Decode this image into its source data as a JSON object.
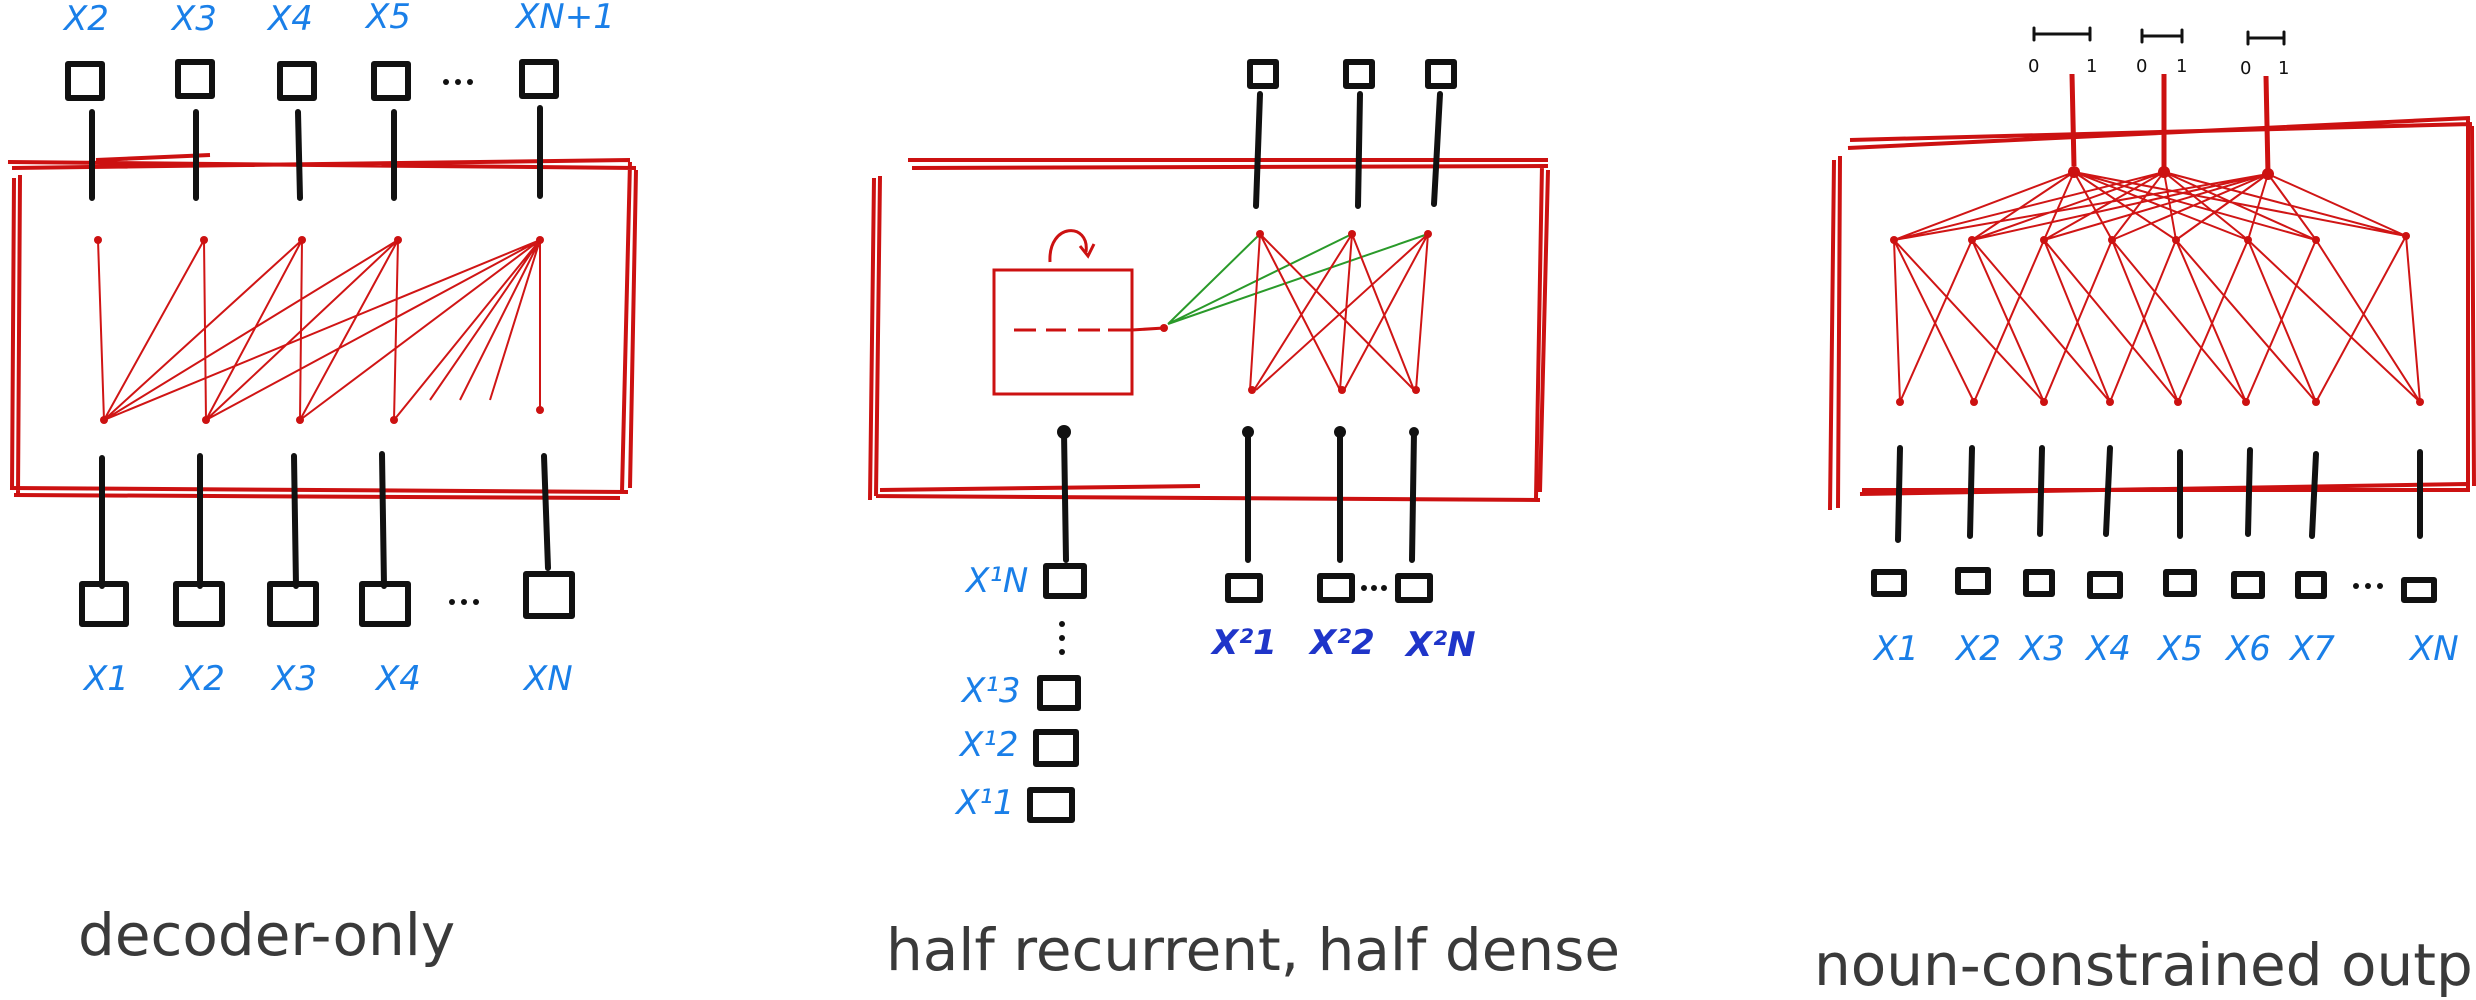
{
  "panels": [
    {
      "caption": "decoder-only",
      "top_labels": [
        "X2",
        "X3",
        "X4",
        "X5",
        "XN+1"
      ],
      "bottom_labels": [
        "X1",
        "X2",
        "X3",
        "X4",
        "XN"
      ]
    },
    {
      "caption": "half recurrent, half dense",
      "left_labels": [
        "X¹N",
        "X¹3",
        "X¹2",
        "X¹1"
      ],
      "bottom_labels": [
        "X²1",
        "X²2",
        "X²N"
      ]
    },
    {
      "caption": "noun-constrained output",
      "output_ranges": [
        {
          "low": "0",
          "high": "1"
        },
        {
          "low": "0",
          "high": "1"
        },
        {
          "low": "0",
          "high": "1"
        }
      ],
      "bottom_labels": [
        "X1",
        "X2",
        "X3",
        "X4",
        "X5",
        "X6",
        "X7",
        "XN"
      ]
    }
  ],
  "colors": {
    "label_blue": "#1a7fe8",
    "label_dark_blue": "#1f35c9",
    "network_red": "#cc1111",
    "recurrent_green": "#2a9a2a",
    "ink": "#111111"
  },
  "icons": [
    "recurrent-loop-icon",
    "ellipsis-icon"
  ]
}
